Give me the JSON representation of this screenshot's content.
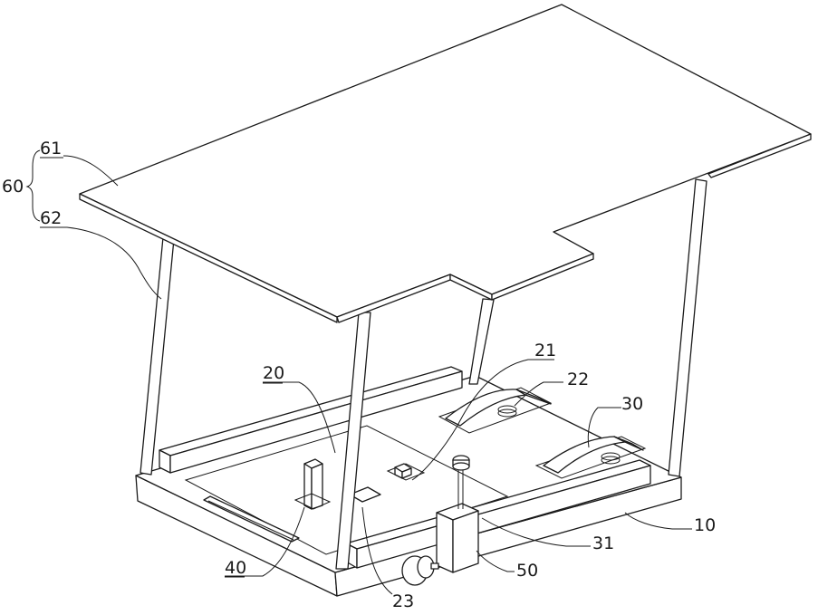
{
  "labels": {
    "l60": "60",
    "l61": "61",
    "l62": "62",
    "l20": "20",
    "l21": "21",
    "l22": "22",
    "l30": "30",
    "l10": "10",
    "l31": "31",
    "l40": "40",
    "l23": "23",
    "l50": "50"
  },
  "colors": {
    "line": "#1a1a1a",
    "fill": "#ffffff"
  }
}
